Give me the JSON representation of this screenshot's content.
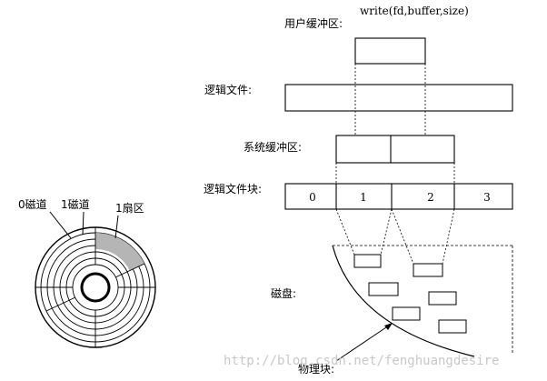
{
  "disk": {
    "track0_label": "0磁道",
    "track1_label": "1磁道",
    "sector1_label": "1扇区"
  },
  "write_call": "write(fd,buffer,size)",
  "user_buffer_label": "用户缓冲区:",
  "logical_file_label": "逻辑文件:",
  "system_buffer_label": "系统缓冲区:",
  "logical_block_label": "逻辑文件块:",
  "logical_blocks": [
    "0",
    "1",
    "2",
    "3"
  ],
  "disk_surface_label": "磁盘:",
  "physical_block_label": "物理块:",
  "watermark": "http://blog.csdn.net/fenghuangdesire"
}
